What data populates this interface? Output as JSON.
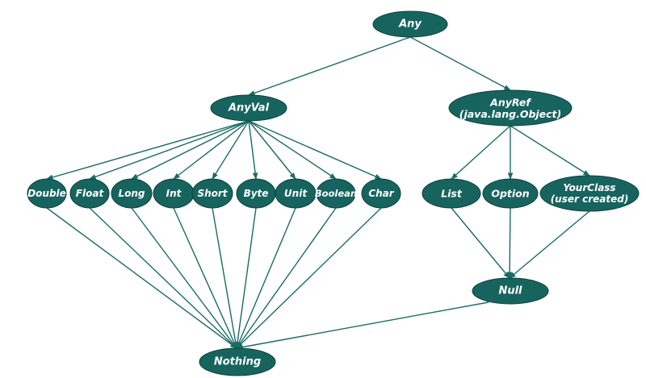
{
  "diagram": {
    "title": "Scala type hierarchy",
    "colors": {
      "node_fill": "#17645f",
      "node_stroke": "#0e3f3b",
      "edge": "#1a6b66",
      "text": "#ffffff"
    },
    "nodes": [
      {
        "id": "any",
        "lines": [
          "Any"
        ]
      },
      {
        "id": "anyval",
        "lines": [
          "AnyVal"
        ]
      },
      {
        "id": "anyref",
        "lines": [
          "AnyRef",
          "(java.lang.Object)"
        ]
      },
      {
        "id": "double",
        "lines": [
          "Double"
        ]
      },
      {
        "id": "float",
        "lines": [
          "Float"
        ]
      },
      {
        "id": "long",
        "lines": [
          "Long"
        ]
      },
      {
        "id": "int",
        "lines": [
          "Int"
        ]
      },
      {
        "id": "short",
        "lines": [
          "Short"
        ]
      },
      {
        "id": "byte",
        "lines": [
          "Byte"
        ]
      },
      {
        "id": "unit",
        "lines": [
          "Unit"
        ]
      },
      {
        "id": "boolean",
        "lines": [
          "Boolean"
        ]
      },
      {
        "id": "char",
        "lines": [
          "Char"
        ]
      },
      {
        "id": "list",
        "lines": [
          "List"
        ]
      },
      {
        "id": "option",
        "lines": [
          "Option"
        ]
      },
      {
        "id": "yourclass",
        "lines": [
          "YourClass",
          "(user created)"
        ]
      },
      {
        "id": "null",
        "lines": [
          "Null"
        ]
      },
      {
        "id": "nothing",
        "lines": [
          "Nothing"
        ]
      }
    ],
    "edges": [
      {
        "from": "any",
        "to": "anyval"
      },
      {
        "from": "any",
        "to": "anyref"
      },
      {
        "from": "anyval",
        "to": "double"
      },
      {
        "from": "anyval",
        "to": "float"
      },
      {
        "from": "anyval",
        "to": "long"
      },
      {
        "from": "anyval",
        "to": "int"
      },
      {
        "from": "anyval",
        "to": "short"
      },
      {
        "from": "anyval",
        "to": "byte"
      },
      {
        "from": "anyval",
        "to": "unit"
      },
      {
        "from": "anyval",
        "to": "boolean"
      },
      {
        "from": "anyval",
        "to": "char"
      },
      {
        "from": "anyref",
        "to": "list"
      },
      {
        "from": "anyref",
        "to": "option"
      },
      {
        "from": "anyref",
        "to": "yourclass"
      },
      {
        "from": "list",
        "to": "null"
      },
      {
        "from": "option",
        "to": "null"
      },
      {
        "from": "yourclass",
        "to": "null"
      },
      {
        "from": "double",
        "to": "nothing"
      },
      {
        "from": "float",
        "to": "nothing"
      },
      {
        "from": "long",
        "to": "nothing"
      },
      {
        "from": "int",
        "to": "nothing"
      },
      {
        "from": "short",
        "to": "nothing"
      },
      {
        "from": "byte",
        "to": "nothing"
      },
      {
        "from": "unit",
        "to": "nothing"
      },
      {
        "from": "boolean",
        "to": "nothing"
      },
      {
        "from": "char",
        "to": "nothing"
      },
      {
        "from": "null",
        "to": "nothing"
      }
    ]
  }
}
